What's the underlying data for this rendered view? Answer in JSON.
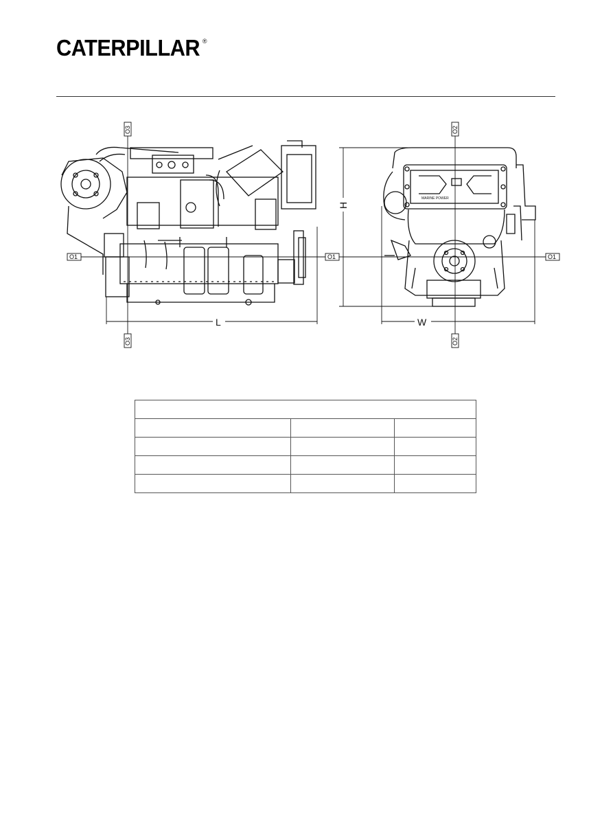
{
  "brand": {
    "name": "CATERPILLAR",
    "registered": "®"
  },
  "drawing": {
    "ref_labels": {
      "o1": "O1",
      "o2": "O2",
      "o3": "O3"
    },
    "dim_labels": {
      "length": "L",
      "height": "H",
      "width": "W"
    },
    "badge": "MARINE POWER"
  },
  "spec_table": {
    "header": "",
    "rows": [
      [
        "",
        "",
        ""
      ],
      [
        "",
        "",
        ""
      ],
      [
        "",
        "",
        ""
      ],
      [
        "",
        "",
        ""
      ]
    ]
  }
}
